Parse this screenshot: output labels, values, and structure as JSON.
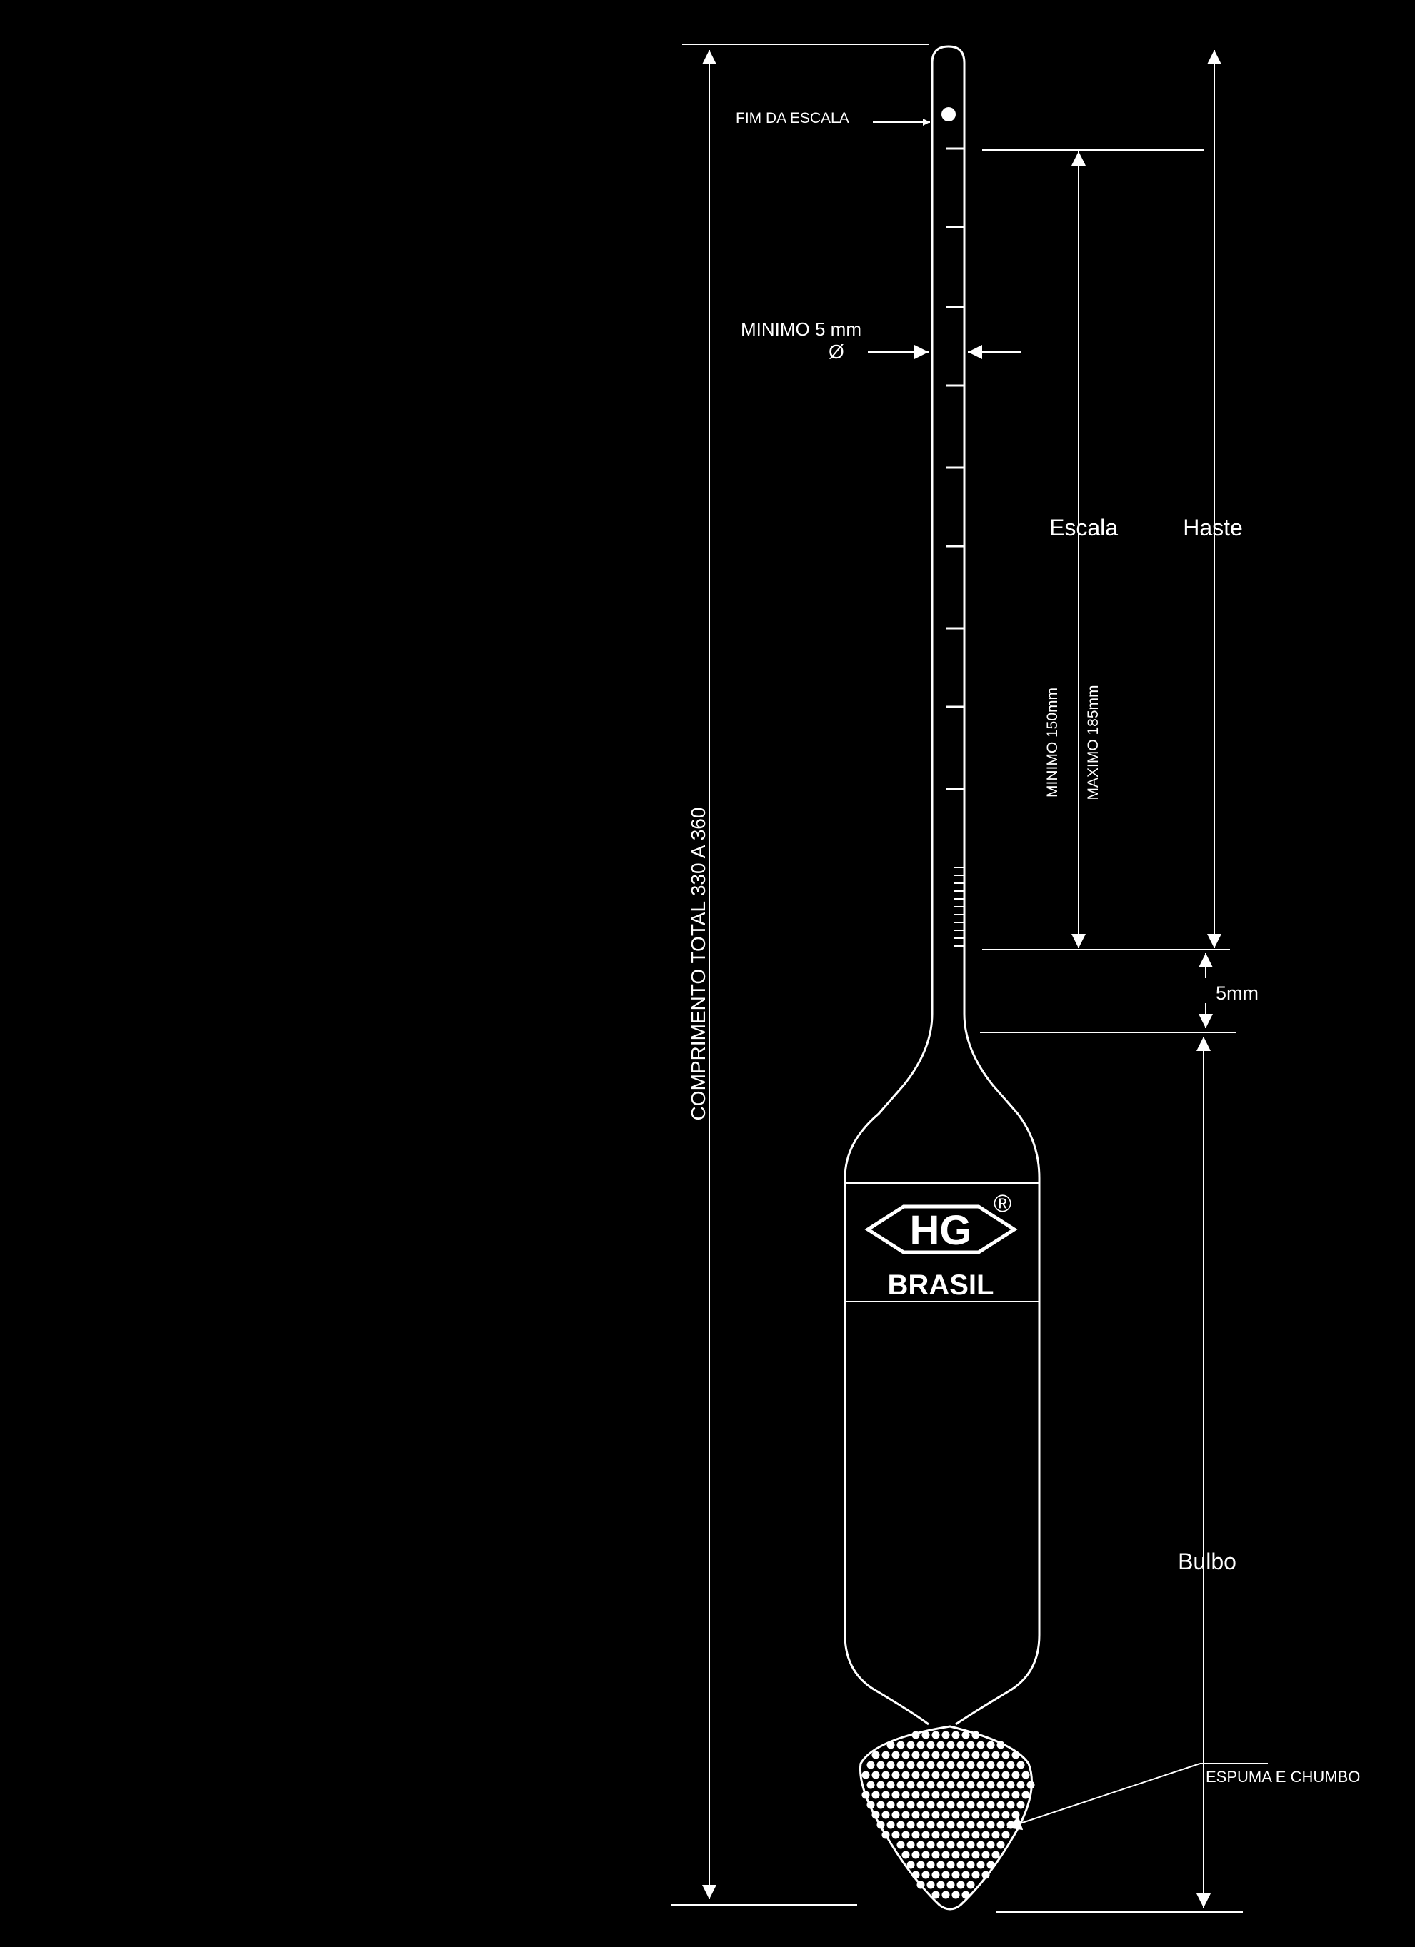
{
  "colors": {
    "background": "#000000",
    "ink": "#ffffff"
  },
  "labels": {
    "fim_da_escala": "FIM DA ESCALA",
    "minimo_5mm": "MINIMO 5 mm",
    "diameter_symbol": "Ø",
    "escala": "Escala",
    "haste": "Haste",
    "minimo_150": "MINIMO 150mm",
    "maximo_185": "MAXIMO 185mm",
    "comprimento_total": "COMPRIMENTO TOTAL 330 A 360",
    "five_mm": "5mm",
    "bulbo": "Bulbo",
    "espuma_e_chumbo": "ESPUMA E CHUMBO"
  },
  "logo": {
    "brand": "HG",
    "registered": "®",
    "country": "BRASIL"
  }
}
